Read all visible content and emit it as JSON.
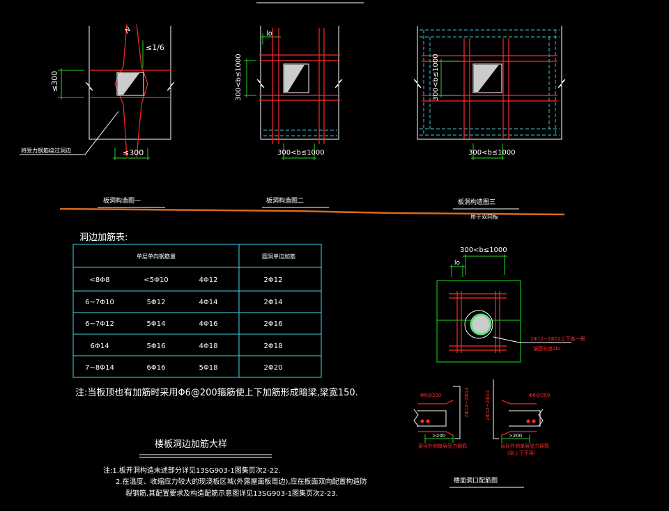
{
  "colors": {
    "background": "#000000",
    "outline": "#ffffff",
    "rebar": "#ff2a2a",
    "dimension": "#22d822",
    "dashed_beam": "#2fd0e0",
    "table": "#40d8e8",
    "separator": "#d86a1a",
    "hole": "#cccccc",
    "hole_ring": "#5be080"
  },
  "figure1": {
    "top_label": "≤1/6",
    "left_label": "≤300",
    "bottom_label": "≤300",
    "callout": "将受力钢筋绕过洞边",
    "caption": "板洞构造图一"
  },
  "figure2": {
    "top_label": "lo",
    "left_label": "300<b≤1000",
    "bottom_label": "300<b≤1000",
    "caption": "板洞构造图二"
  },
  "figure3": {
    "left_label": "300<b≤1000",
    "bottom_label": "300<b≤1000",
    "caption": "板洞构造图三",
    "sub_caption": "用于双向板"
  },
  "table": {
    "title": "洞边加筋表:",
    "headers": [
      "单层单向钢筋量",
      "圆洞单边加筋"
    ],
    "rows": [
      [
        "<8Φ8",
        "<5Φ10",
        "4Φ12",
        "2Φ12"
      ],
      [
        "6~7Φ10",
        "5Φ12",
        "4Φ14",
        "2Φ14"
      ],
      [
        "6~7Φ12",
        "5Φ14",
        "4Φ16",
        "2Φ16"
      ],
      [
        "6Φ14",
        "5Φ16",
        "4Φ18",
        "2Φ18"
      ],
      [
        "7~8Φ14",
        "6Φ16",
        "5Φ18",
        "2Φ20"
      ]
    ],
    "note": "注:当板顶也有加筋时采用Φ6@200箍筋使上下加筋形成暗梁,梁宽150."
  },
  "main_title": "楼板洞边加筋大样",
  "notes": [
    "注:1.板开洞构造未述部分详见13SG903-1图集页次2-22.",
    "2.在温度、收缩应力较大的现浇板区域(外露屋面板周边),应在板面双向配置构造防",
    "裂钢筋,其配置要求及构造配筋示意图详见13SG903-1图集页次2-23."
  ],
  "round_hole": {
    "top_label": "300<b≤1000",
    "lo_label": "lo",
    "callout_1": "2Φ12~2Φ12上下各一根",
    "callout_2": "锚固长度2lo",
    "section_left": "Φ6@200",
    "section_right": "Φ6@200",
    "dim_left": ">200",
    "dim_right": ">200",
    "vertical_left": "2Φ12~2Φ14",
    "vertical_right": "2Φ12~2Φ14",
    "bottom_left": "直径外侧单层受力钢筋",
    "bottom_right": "直径外侧单层受力钢筋",
    "bottom_right_2": "(梁上下不落)",
    "caption": "楼面洞口配筋图"
  }
}
